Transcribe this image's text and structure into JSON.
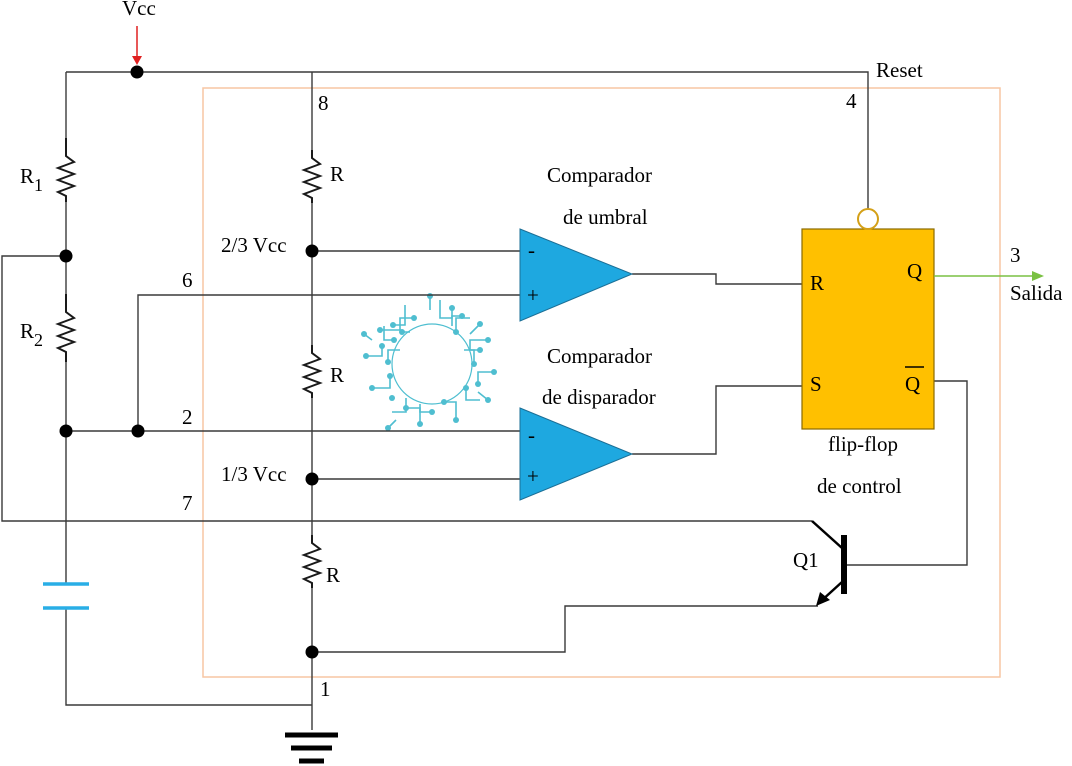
{
  "diagram": {
    "vcc_label": "Vcc",
    "reset_label": "Reset",
    "pins": {
      "p1": "1",
      "p2": "2",
      "p3": "3",
      "p4": "4",
      "p6": "6",
      "p7": "7",
      "p8": "8"
    },
    "external": {
      "r1_main": "R",
      "r1_sub": "1",
      "r2_main": "R",
      "r2_sub": "2"
    },
    "divider": {
      "r_top": "R",
      "r_mid": "R",
      "r_bot": "R",
      "two_thirds": "2/3 Vcc",
      "one_third": "1/3 Vcc"
    },
    "comparator_threshold": {
      "line1": "Comparador",
      "line2": "de umbral",
      "minus": "-",
      "plus": "+"
    },
    "comparator_trigger": {
      "line1": "Comparador",
      "line2": "de disparador",
      "minus": "-",
      "plus": "+"
    },
    "flipflop": {
      "r": "R",
      "s": "S",
      "q": "Q",
      "qbar": "Q",
      "caption1": "flip-flop",
      "caption2": "de control"
    },
    "transistor_label": "Q1",
    "output_label": "Salida",
    "colors": {
      "comparator_fill": "#1ea8e0",
      "flipflop_fill": "#ffc000",
      "chip_outline": "#f7c6a3",
      "capacitor": "#29aee6",
      "vcc_arrow": "#e02020",
      "output_arrow": "#7ac143",
      "watermark": "#3cb8cc"
    },
    "watermark_icon": "circuit-board-watermark-icon"
  }
}
